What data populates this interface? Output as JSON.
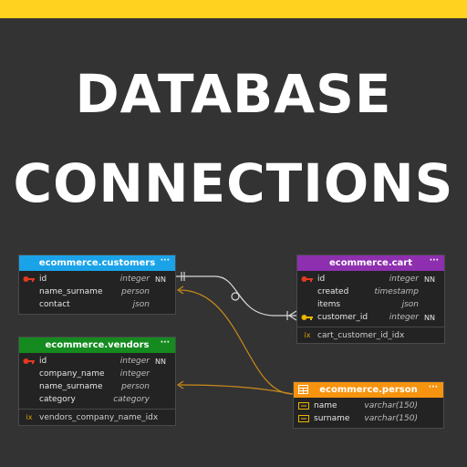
{
  "headline": {
    "line1": "DATABASE",
    "line2": "CONNECTIONS"
  },
  "colors": {
    "accent_bar": "#ffd21f",
    "customers": "#1aa3e8",
    "cart": "#8e2fb0",
    "vendors": "#148a1f",
    "person": "#f7940f",
    "relation_line": "#d8d8d8",
    "reference_line": "#c98a1a"
  },
  "tables": {
    "customers": {
      "title": "ecommerce.customers",
      "menu": "···",
      "columns": [
        {
          "name": "id",
          "type": "integer",
          "flag": "NN",
          "icon": "primary-key-icon"
        },
        {
          "name": "name_surname",
          "type": "person",
          "flag": "",
          "icon": ""
        },
        {
          "name": "contact",
          "type": "json",
          "flag": "",
          "icon": ""
        }
      ]
    },
    "cart": {
      "title": "ecommerce.cart",
      "menu": "···",
      "columns": [
        {
          "name": "id",
          "type": "integer",
          "flag": "NN",
          "icon": "primary-key-icon"
        },
        {
          "name": "created",
          "type": "timestamp",
          "flag": "",
          "icon": ""
        },
        {
          "name": "items",
          "type": "json",
          "flag": "",
          "icon": ""
        },
        {
          "name": "customer_id",
          "type": "integer",
          "flag": "NN",
          "icon": "foreign-key-icon"
        }
      ],
      "indexes": [
        {
          "label": "ix",
          "name": "cart_customer_id_idx"
        }
      ]
    },
    "vendors": {
      "title": "ecommerce.vendors",
      "menu": "···",
      "columns": [
        {
          "name": "id",
          "type": "integer",
          "flag": "NN",
          "icon": "primary-key-icon"
        },
        {
          "name": "company_name",
          "type": "integer",
          "flag": "",
          "icon": ""
        },
        {
          "name": "name_surname",
          "type": "person",
          "flag": "",
          "icon": ""
        },
        {
          "name": "category",
          "type": "category",
          "flag": "",
          "icon": ""
        }
      ],
      "indexes": [
        {
          "label": "ix",
          "name": "vendors_company_name_idx"
        }
      ]
    },
    "person": {
      "title": "ecommerce.person",
      "menu": "···",
      "columns": [
        {
          "name": "name",
          "type": "varchar(150)",
          "flag": "",
          "icon": "column-icon"
        },
        {
          "name": "surname",
          "type": "varchar(150)",
          "flag": "",
          "icon": "column-icon"
        }
      ]
    }
  }
}
